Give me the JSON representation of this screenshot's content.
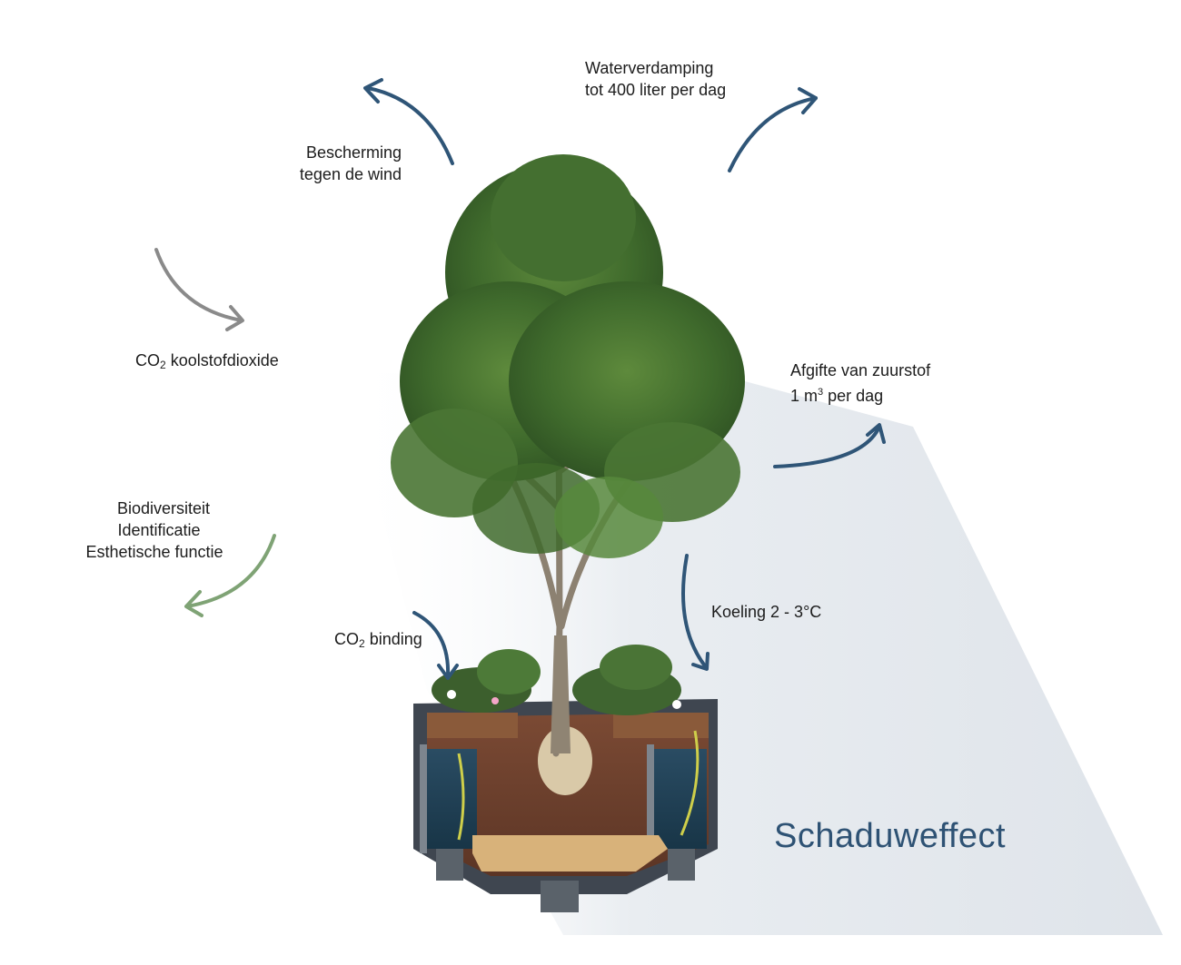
{
  "labels": {
    "evaporation": {
      "line1": "Waterverdamping",
      "line2": "tot 400 liter per dag"
    },
    "wind": {
      "line1": "Bescherming",
      "line2": "tegen de wind"
    },
    "co2_absorb": {
      "prefix": "CO",
      "sub": "2",
      "suffix": " koolstofdioxide"
    },
    "oxygen": {
      "line1": "Afgifte van zuurstof",
      "line2_prefix": "1 m",
      "line2_sup": "3",
      "line2_suffix": " per dag"
    },
    "biodiversity": {
      "line1": "Biodiversiteit",
      "line2": "Identificatie",
      "line3": "Esthetische functie"
    },
    "co2_binding": {
      "prefix": "CO",
      "sub": "2",
      "suffix": " binding"
    },
    "cooling": {
      "text": "Koeling 2 - 3°C"
    },
    "shadow": {
      "text": "Schaduweffect"
    }
  },
  "colors": {
    "arrow_blue": "#2f5577",
    "arrow_grey": "#8a8a8a",
    "arrow_green": "#7fa375",
    "shadow_title": "#2e5274"
  },
  "icons": {
    "tree": "tree-in-planter-illustration",
    "arrows": "curved-arrow-icon"
  }
}
